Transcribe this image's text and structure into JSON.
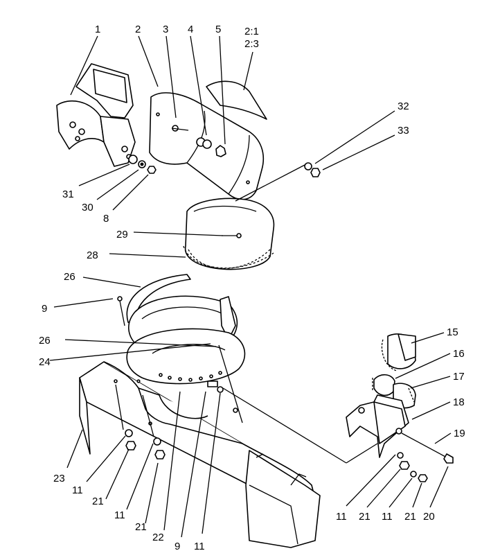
{
  "callouts": {
    "c1": "1",
    "c2": "2",
    "c3": "3",
    "c4": "4",
    "c5": "5",
    "c2_1": "2:1",
    "c2_3": "2:3",
    "c32": "32",
    "c33": "33",
    "c31": "31",
    "c30": "30",
    "c8a": "8",
    "c29": "29",
    "c28": "28",
    "c26a": "26",
    "c9a": "9",
    "c26b": "26",
    "c24": "24",
    "c15": "15",
    "c16": "16",
    "c17": "17",
    "c18": "18",
    "c19": "19",
    "c23": "23",
    "c11a": "11",
    "c21a": "21",
    "c11b": "11",
    "c21b": "21",
    "c22": "22",
    "c9b": "9",
    "c11c": "11",
    "c11d": "11",
    "c21c": "21",
    "c11e": "11",
    "c21d": "21",
    "c20": "20"
  }
}
